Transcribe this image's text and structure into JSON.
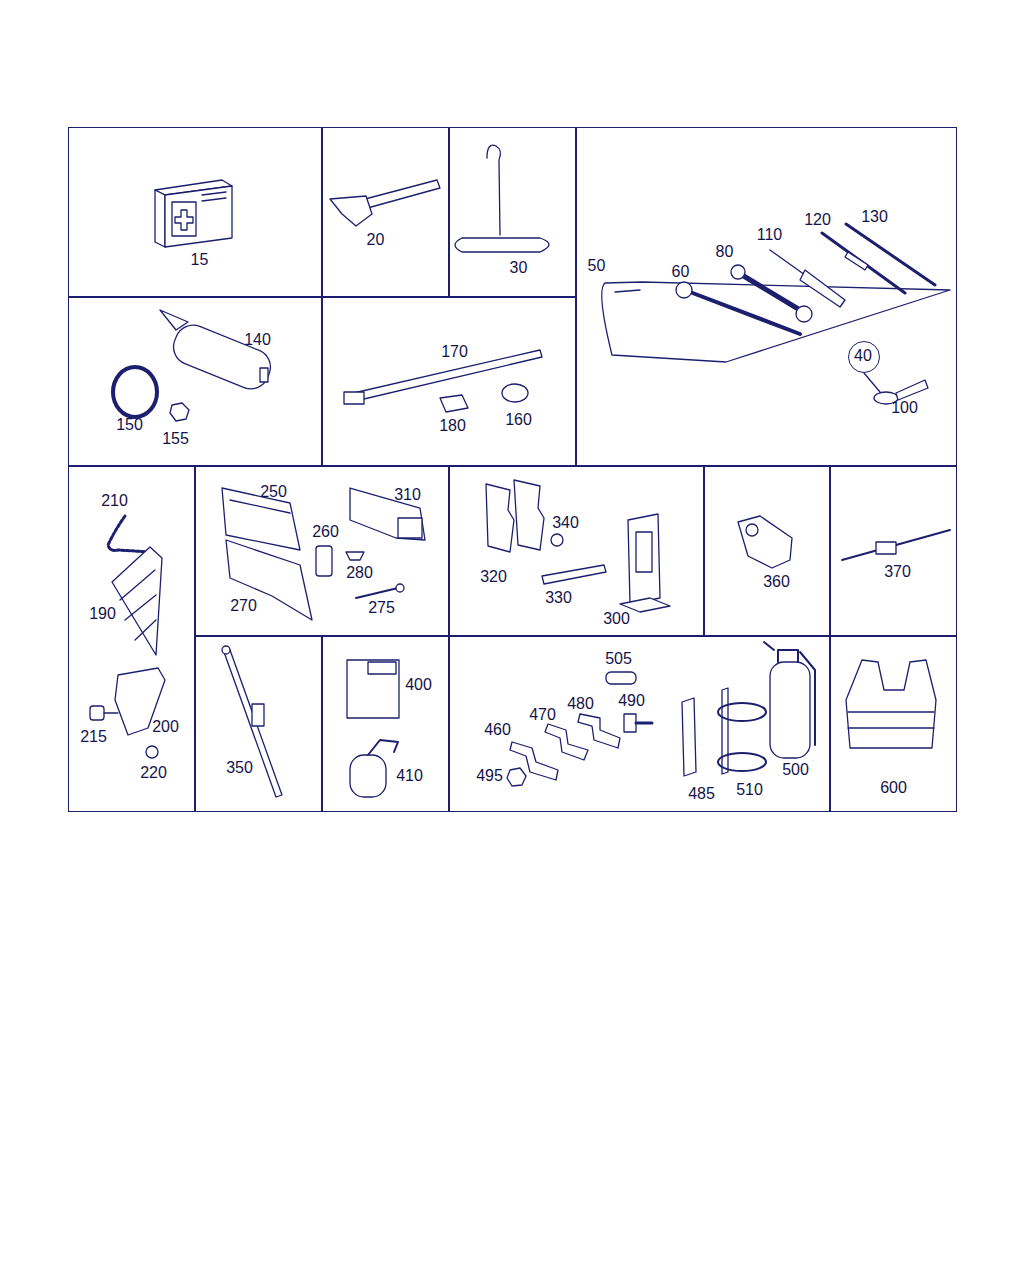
{
  "diagram": {
    "nodes": [
      {
        "text": [
          "15"
        ]
      },
      {
        "text": [
          "20"
        ]
      },
      {
        "text": [
          "30"
        ]
      },
      {
        "text": [
          "50",
          "60",
          "80",
          "110",
          "120",
          "130",
          "100"
        ]
      },
      {
        "text": [
          "40"
        ],
        "in": 3
      },
      {
        "text": [
          "140",
          "150",
          "155"
        ]
      },
      {
        "text": [
          "170",
          "180",
          "160"
        ]
      },
      {
        "text": [
          "210",
          "190",
          "215",
          "200",
          "220"
        ]
      },
      {
        "text": [
          "250",
          "310",
          "260",
          "280",
          "270",
          "275"
        ]
      },
      {
        "text": [
          "340",
          "320",
          "330",
          "300"
        ]
      },
      {
        "text": [
          "360"
        ]
      },
      {
        "text": [
          "370"
        ]
      },
      {
        "text": [
          "350"
        ]
      },
      {
        "text": [
          "400",
          "410"
        ]
      },
      {
        "text": [
          "505",
          "490",
          "470",
          "480",
          "460",
          "495",
          "485",
          "510",
          "500"
        ]
      },
      {
        "text": [
          "600"
        ]
      }
    ]
  }
}
